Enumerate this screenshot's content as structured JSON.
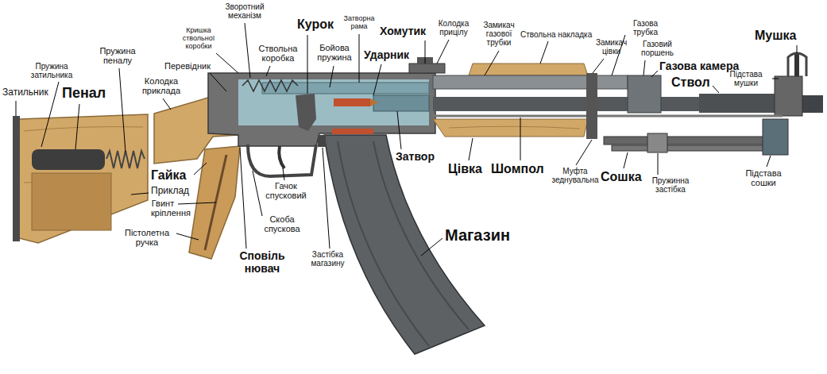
{
  "diagram": {
    "labels": [
      "Затильник",
      "Пружина затильника",
      "Пенал",
      "Пружина пеналу",
      "Колодка приклада",
      "Перевідник",
      "Кришка ствольної коробки",
      "Зворотний механізм",
      "Курок",
      "Ствольна коробка",
      "Бойова пружина",
      "Затворна рама",
      "Ударник",
      "Хомутик",
      "Колодка прицілу",
      "Замикач газової трубки",
      "Ствольна накладка",
      "Замикач цівки",
      "Газова трубка",
      "Газовий поршень",
      "Газова камера",
      "Мушка",
      "Ствол",
      "Підстава мушки",
      "Затвор",
      "Цівка",
      "Шомпол",
      "Муфта зеднувальна",
      "Сошка",
      "Пружинна застібка",
      "Підстава сошки",
      "Гайка",
      "Приклад",
      "Гвинт кріплення",
      "Пістолетна ручка",
      "Гачок спусковий",
      "Скоба спускова",
      "Сповіль нювач",
      "Застібка магазину",
      "Магазин"
    ]
  }
}
